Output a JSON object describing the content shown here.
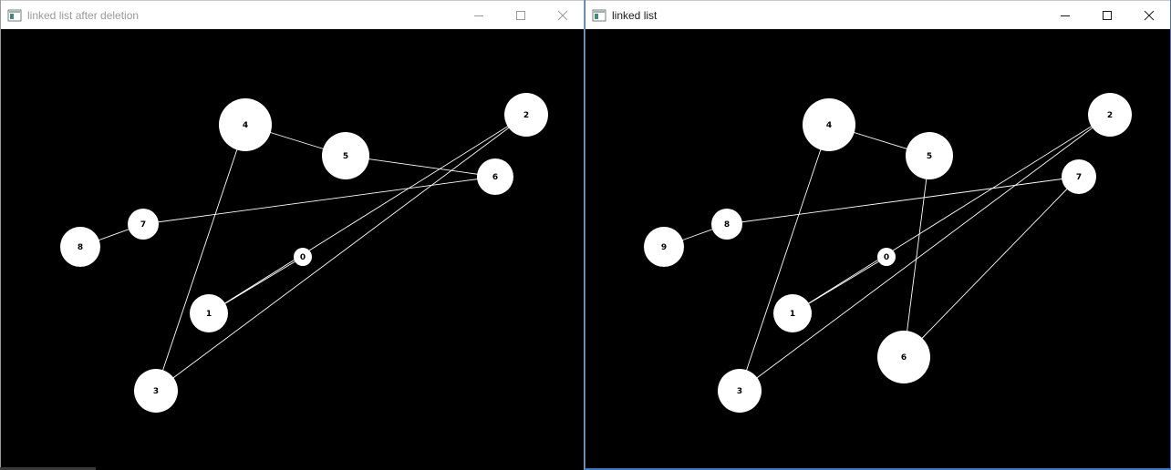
{
  "windows": {
    "left": {
      "title": "linked list after deletion",
      "active": false,
      "nodes": [
        {
          "label": "0"
        },
        {
          "label": "1"
        },
        {
          "label": "2"
        },
        {
          "label": "3"
        },
        {
          "label": "4"
        },
        {
          "label": "5"
        },
        {
          "label": "6"
        },
        {
          "label": "7"
        },
        {
          "label": "8"
        }
      ],
      "edges": [
        [
          "0",
          "1"
        ],
        [
          "1",
          "2"
        ],
        [
          "2",
          "3"
        ],
        [
          "3",
          "4"
        ],
        [
          "4",
          "5"
        ],
        [
          "5",
          "6"
        ],
        [
          "6",
          "7"
        ],
        [
          "7",
          "8"
        ]
      ]
    },
    "right": {
      "title": "linked list",
      "active": true,
      "nodes": [
        {
          "label": "0"
        },
        {
          "label": "1"
        },
        {
          "label": "2"
        },
        {
          "label": "3"
        },
        {
          "label": "4"
        },
        {
          "label": "5"
        },
        {
          "label": "6"
        },
        {
          "label": "7"
        },
        {
          "label": "8"
        },
        {
          "label": "9"
        }
      ],
      "edges": [
        [
          "0",
          "1"
        ],
        [
          "1",
          "2"
        ],
        [
          "2",
          "3"
        ],
        [
          "3",
          "4"
        ],
        [
          "4",
          "5"
        ],
        [
          "5",
          "6"
        ],
        [
          "6",
          "7"
        ],
        [
          "7",
          "8"
        ],
        [
          "8",
          "9"
        ]
      ]
    }
  },
  "icons": {
    "app": "window-app-icon",
    "minimize": "minimize-icon",
    "maximize": "maximize-icon",
    "close": "close-icon"
  },
  "colors": {
    "canvas_background": "#000000",
    "node_fill": "#ffffff",
    "edge_stroke": "#ffffff",
    "active_border": "#3a78c3"
  }
}
